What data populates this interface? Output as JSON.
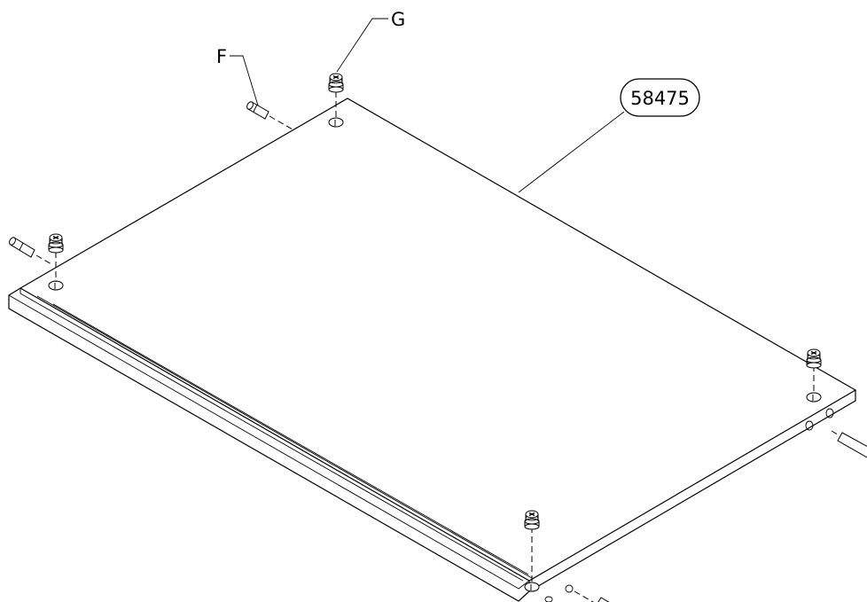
{
  "labels": {
    "part_number": "58475",
    "dowel": "F",
    "cam_bolt": "G"
  },
  "colors": {
    "line": "#000000",
    "background": "#ffffff"
  },
  "parts": {
    "cam_bolt_icon": "cam-bolt-icon",
    "dowel_icon": "dowel-pin-icon",
    "hole_icon": "drilled-hole-icon"
  }
}
